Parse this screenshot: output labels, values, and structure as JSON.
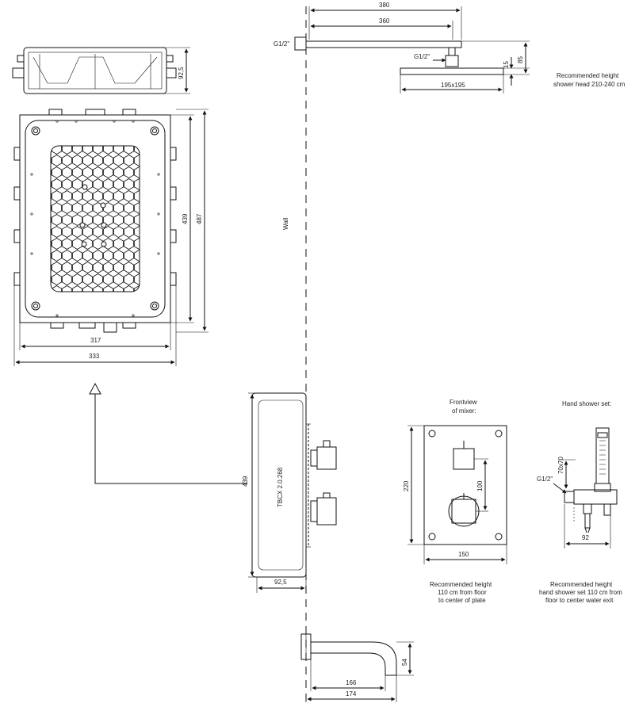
{
  "labels": {
    "wall": "Wall",
    "frontview_line1": "Frontview",
    "frontview_line2": "of mixer:",
    "hand_shower_set": "Hand shower set:",
    "rec_head_line1": "Recommended height",
    "rec_head_line2": "shower head 210-240 cm",
    "rec_plate_line1": "Recommended height",
    "rec_plate_line2": "110 cm from floor",
    "rec_plate_line3": "to center of plate",
    "rec_hand_line1": "Recommended height",
    "rec_hand_line2": "hand shower set 110 cm from",
    "rec_hand_line3": "floor to center water exit",
    "box_code": "TBCX 2.0.268"
  },
  "dims": {
    "arm_380": "380",
    "arm_360": "360",
    "g12_arm": "G1/2\"",
    "g12_head": "G1/2\"",
    "head_15": "15",
    "head_85": "85",
    "head_size": "195x195",
    "box_depth_top": "92,5",
    "box_439": "439",
    "box_487": "487",
    "box_317": "317",
    "box_333": "333",
    "side_439": "439",
    "side_92_5": "92,5",
    "plate_220": "220",
    "plate_100": "100",
    "plate_150": "150",
    "hand_70x70": "70x70",
    "hand_g12": "G1/2\"",
    "hand_92": "92",
    "spout_54": "54",
    "spout_166": "166",
    "spout_174": "174"
  }
}
